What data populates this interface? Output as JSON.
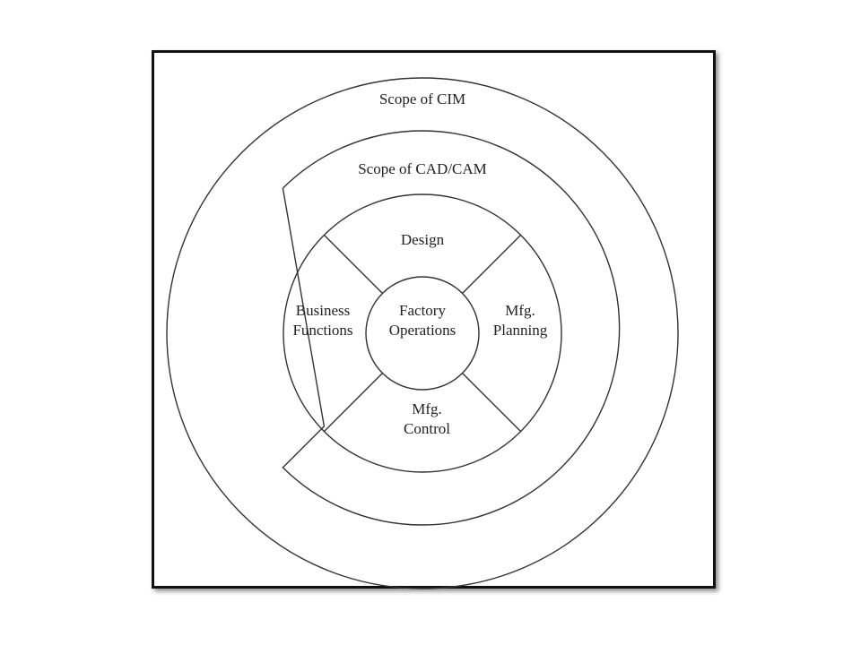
{
  "diagram": {
    "outer_label": "Scope of CIM",
    "middle_label": "Scope of CAD/CAM",
    "sectors": {
      "top": [
        "Design"
      ],
      "left": [
        "Business",
        "Functions"
      ],
      "right": [
        "Mfg.",
        "Planning"
      ],
      "bottom": [
        "Mfg.",
        "Control"
      ]
    },
    "center": [
      "Factory",
      "Operations"
    ]
  }
}
